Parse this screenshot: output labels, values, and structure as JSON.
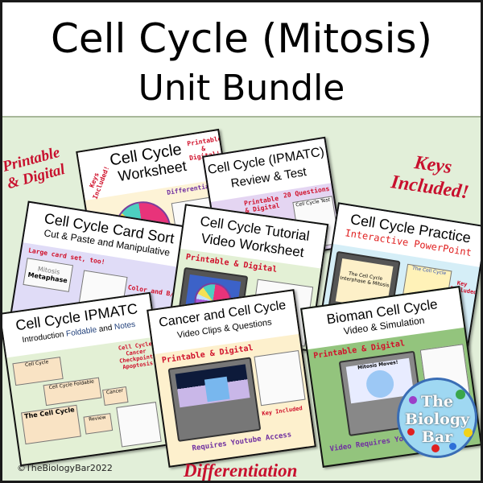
{
  "header": {
    "title": "Cell Cycle (Mitosis)",
    "subtitle": "Unit Bundle"
  },
  "callouts": {
    "printable_digital": "Printable & Digital",
    "keys_included": "Keys Included!",
    "differentiation": "Differentiation"
  },
  "copyright": "©TheBiologyBar2022",
  "logo": {
    "line1": "The",
    "line2": "Biology",
    "line3": "Bar"
  },
  "cards": {
    "worksheet": {
      "title": "Cell Cycle",
      "subtitle": "Worksheet",
      "tag1": "Keys Included!",
      "tag2": "Printable & Digital!",
      "tag3": "Differentiated!"
    },
    "review": {
      "title": "Cell Cycle (IPMATC)",
      "subtitle": "Review & Test",
      "tag1": "Printable & Digital",
      "tag2": "20 Questions",
      "sheet": "Cell Cycle Test"
    },
    "cardsort": {
      "title": "Cell Cycle Card Sort",
      "subtitle": "Cut & Paste and Manipulative",
      "tag1": "Large card set, too!",
      "tag2": "Color and B/W",
      "card1": "Mitosis",
      "card2": "Metaphase"
    },
    "tutorial": {
      "title": "Cell Cycle Tutorial",
      "subtitle": "Video Worksheet",
      "tag1": "Printable & Digital"
    },
    "practice": {
      "title": "Cell Cycle Practice",
      "subtitle": "Interactive PowerPoint",
      "tag1": "Key Included",
      "screen": "The Cell Cycle Interphase & Mitosis",
      "slide": "The Cell Cycle"
    },
    "foldable": {
      "title": "Cell Cycle IPMATC",
      "subtitle_pre": "Introduction",
      "subtitle_a": "Foldable",
      "subtitle_mid": "and",
      "subtitle_b": "Notes",
      "tags": "Cell Cycle Cancer Checkpoints Apoptosis",
      "slide1": "Cell Cycle",
      "slide2": "Cell Cycle Foldable",
      "slide3": "The Cell Cycle",
      "slide4": "Cancer",
      "slide5": "Review"
    },
    "cancer": {
      "title": "Cancer and Cell Cycle",
      "subtitle": "Video Clips & Questions",
      "tag1": "Printable & Digital",
      "tag2": "Key Included",
      "tag3": "Requires Youtube Access"
    },
    "bioman": {
      "title": "Bioman Cell Cycle",
      "subtitle": "Video & Simulation",
      "tag1": "Printable & Digital",
      "tag2": "Video Requires Youtube",
      "screen": "Mitosis Moves!"
    }
  },
  "colors": {
    "background": "#e2efd9",
    "accent_red": "#c8102e",
    "purple": "#7030a0",
    "logo_blue": "#9fd8f2"
  }
}
